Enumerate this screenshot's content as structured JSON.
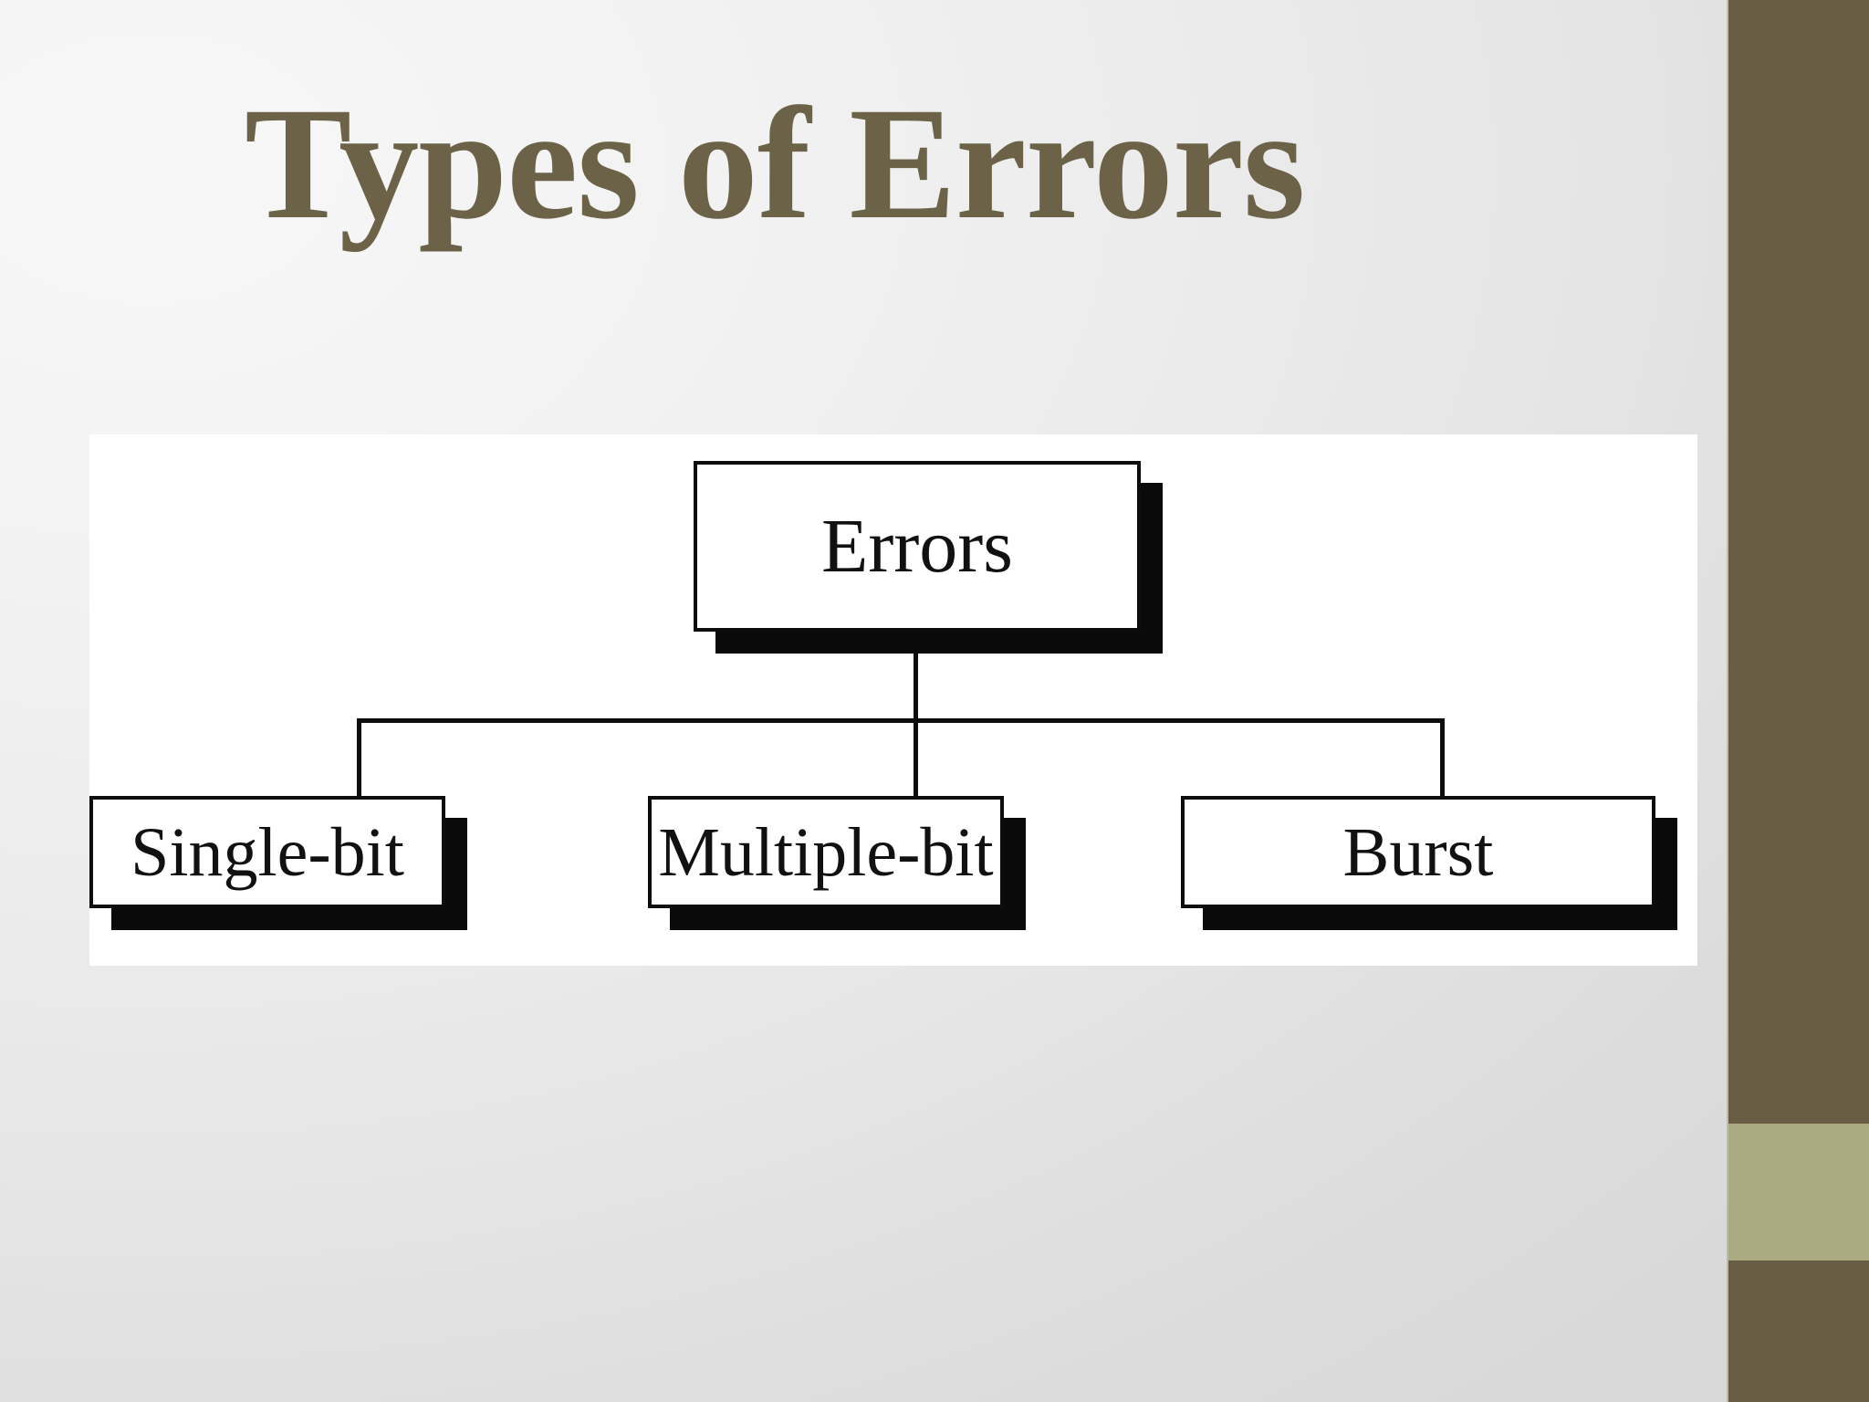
{
  "slide": {
    "title": "Types of Errors",
    "background_start_color": "#f7f7f7",
    "background_end_color": "#d8d8d8",
    "title_color": "#6b6248"
  },
  "sidebar": {
    "primary_color": "#685c45",
    "accent_band_color": "#aba97f"
  },
  "diagram": {
    "panel_background": "#ffffff",
    "box_border_color": "#0d0d0d",
    "box_fill_color": "#ffffff",
    "shadow_color": "#0a0a0a",
    "connector_color": "#0d0d0d",
    "root": {
      "label": "Errors"
    },
    "children": [
      {
        "label": "Single-bit"
      },
      {
        "label": "Multiple-bit"
      },
      {
        "label": "Burst"
      }
    ]
  }
}
